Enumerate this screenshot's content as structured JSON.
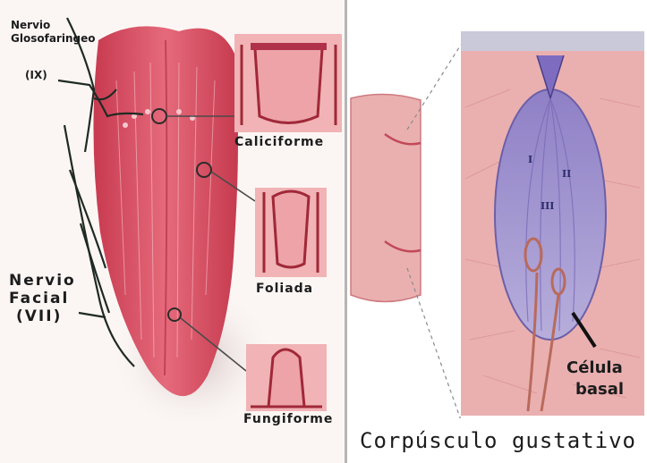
{
  "labels": {
    "nerve_glossopharyngeal": [
      "Nervio",
      "Glosofaringeo",
      "(IX)"
    ],
    "nerve_facial": [
      "Nervio",
      "Facial",
      "(VII)"
    ],
    "papilla_circumvallate": "Caliciforme",
    "papilla_foliate": "Foliada",
    "papilla_fungiform": "Fungiforme",
    "basal_cell": [
      "Célula",
      "basal"
    ],
    "taste_bud_title": "Corpúsculo gustativo",
    "cell_types": [
      "I",
      "II",
      "III"
    ]
  },
  "colors": {
    "tongue": "#d94a5e",
    "tissue": "#eab0b0",
    "taste_bud": "#a99ad0",
    "nerve": "#1f2a24"
  }
}
